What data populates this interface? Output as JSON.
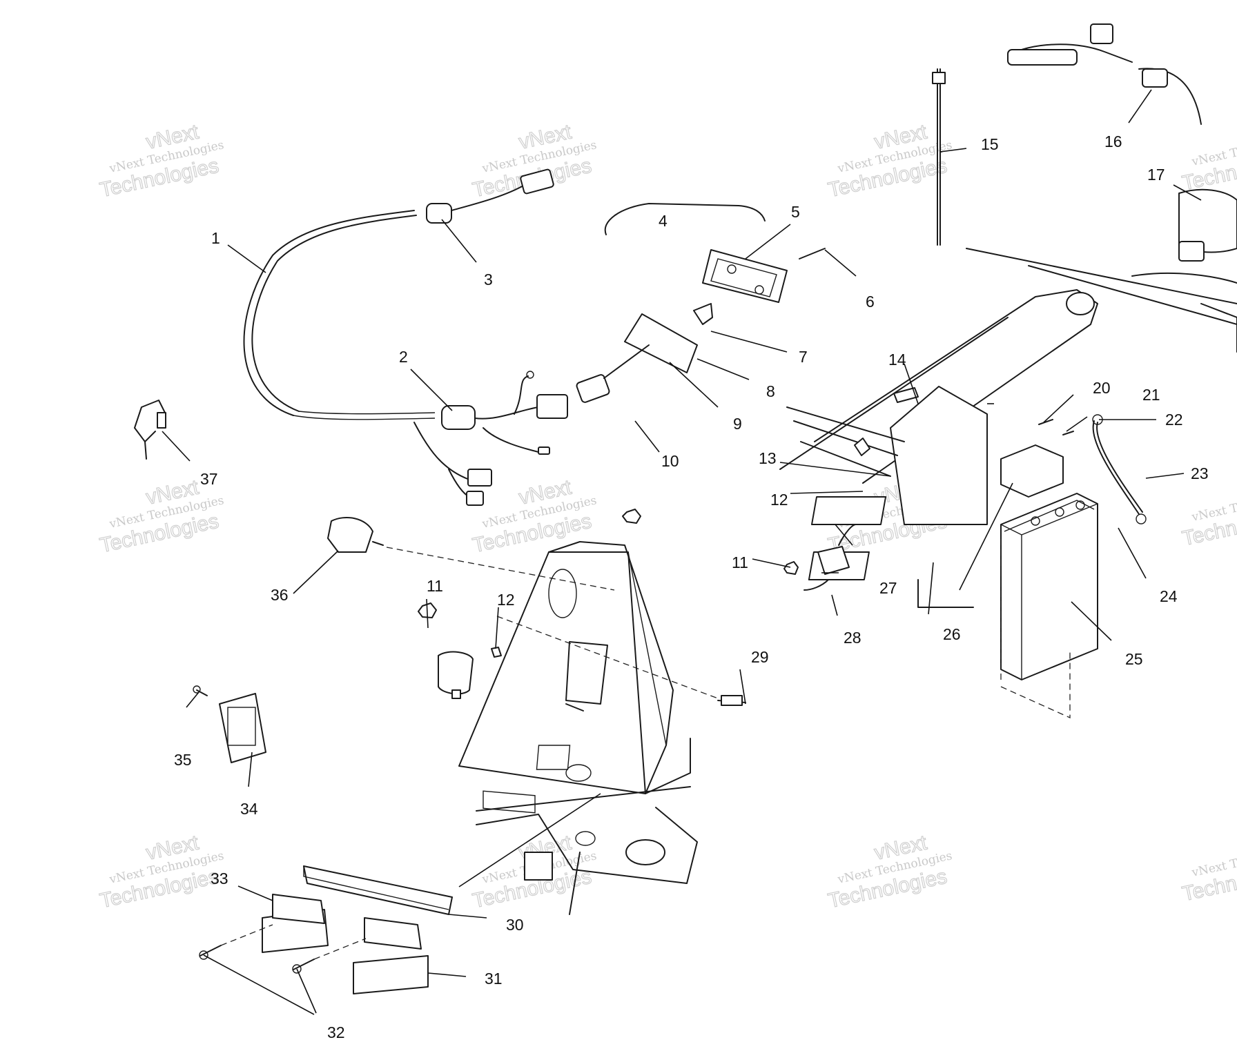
{
  "diagram": {
    "labels": [
      "1",
      "2",
      "3",
      "4",
      "5",
      "6",
      "7",
      "8",
      "9",
      "10",
      "11",
      "12",
      "13",
      "14",
      "15",
      "16",
      "17",
      "20",
      "21",
      "22",
      "23",
      "24",
      "25",
      "26",
      "27",
      "28",
      "11",
      "12",
      "29",
      "30",
      "31",
      "32",
      "33",
      "34",
      "35",
      "36",
      "37"
    ],
    "watermark": {
      "line1": "vNext Technologies",
      "line2": "vNext",
      "line3": "Technologies"
    }
  }
}
